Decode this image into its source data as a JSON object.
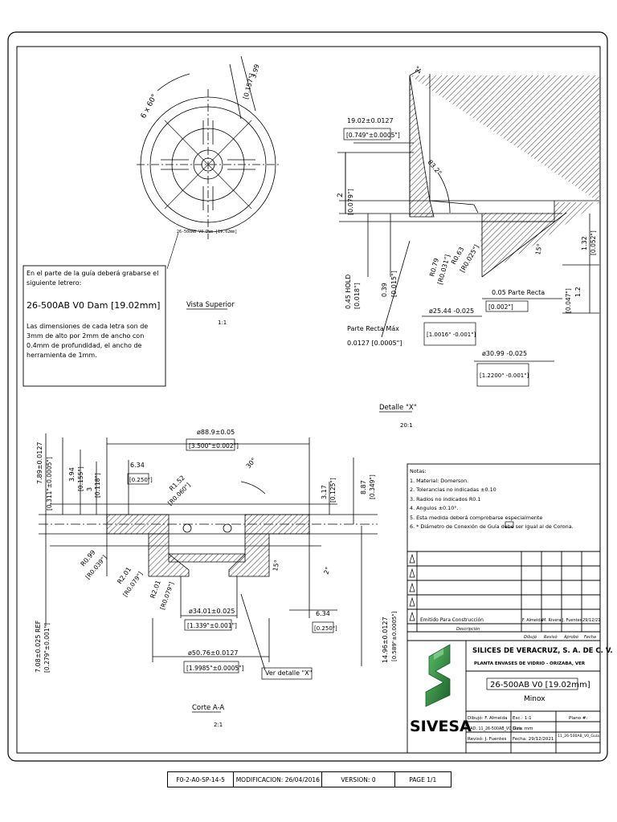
{
  "top_view": {
    "holes_label": "6 x 60°",
    "dim_399": "3.99",
    "dim_399_in": "[0.157\"]",
    "engrave_label": "26-500AB V0 Dam [19.02mm]",
    "title": "Vista Superior",
    "scale": "1:1"
  },
  "note_box": {
    "intro": "En el parte de la guía deberá grabarse el siguiente letrero:",
    "engraving": "26-500AB V0 Dam [19.02mm]",
    "details": "Las dimensiones de cada letra son de 3mm de alto por 2mm de ancho con 0.4mm de profundidad, el ancho de herramienta de 1mm."
  },
  "detail_x": {
    "dim_1902": "19.02±0.0127",
    "dim_1902_in": "[0.749\"±0.0005\"]",
    "dim_2": "2",
    "dim_2_in": "[0.079\"]",
    "angle_83": "83.2°",
    "dim_045": "0.45 HOLD",
    "dim_045_in": "[0.018\"]",
    "dim_039": "0.39",
    "dim_039_in": "[0.015\"]",
    "r079": "R0.79",
    "r079_in": "[R0.031\"]",
    "r063": "R0.63",
    "r063_in": "[R0.025\"]",
    "dim_132": "1.32",
    "dim_132_in": "[0.052\"]",
    "dim_12": "1.2",
    "dim_12_in": "[0.047\"]",
    "angle_15": "15°",
    "flat_label": "0.05 Parte Recta",
    "flat_in": "[0.002\"]",
    "flat_max_label": "Parte Recta Máx",
    "flat_max_val": "0.0127 [0.0005\"]",
    "dia_2544": "ø25.44 -0.025",
    "dia_2544_in": "[1.0016\" -0.001\"]",
    "dia_3099": "ø30.99 -0.025",
    "dia_3099_in": "[1.2200\" -0.001\"]",
    "angle_2": "2°",
    "title": "Detalle \"X\"",
    "scale": "20:1"
  },
  "section": {
    "dia_889": "ø88.9±0.05",
    "dia_889_in": "[3.500\"±0.002\"]",
    "dim_789": "7.89±0.0127",
    "dim_789_in": "[0.311\"±0.0005\"]",
    "dim_394": "3.94",
    "dim_394_in": "[0.155\"]",
    "dim_3": "3",
    "dim_3_in": "[0.118\"]",
    "dim_634a": "6.34",
    "dim_634a_in": "[0.250\"]",
    "r152": "R1.52",
    "r152_in": "[R0.060\"]",
    "angle_30": "30°",
    "dim_317": "3.17",
    "dim_317_in": "[0.125\"]",
    "dim_887": "8.87",
    "dim_887_in": "[0.349\"]",
    "r099": "R0.99",
    "r099_in": "[R0.039\"]",
    "r201a": "R2.01",
    "r201a_in": "[R0.079\"]",
    "r201b": "R2.01",
    "r201b_in": "[R0.079\"]",
    "angle_15": "15°",
    "angle_2": "2°",
    "dim_708": "7.08±0.025 REF",
    "dim_708_in": "[0.279\"±0.001\"]",
    "dia_3401": "ø34.01±0.025",
    "dia_3401_in": "[1.339\"±0.001\"]",
    "dim_634b": "6.34",
    "dim_634b_in": "[0.250\"]",
    "dim_1496": "14.96±0.0127",
    "dim_1496_in": "[0.589\"±0.0005\"]",
    "dia_5076": "ø50.76±0.0127",
    "dia_5076_in": "[1.9985\"±0.0005\"]",
    "see_detail": "Ver detalle \"X\"",
    "title": "Corte A-A",
    "scale": "2:1"
  },
  "notes": {
    "heading": "Notas:",
    "items": [
      "1.  Material: Domerson.",
      "2.  Tolerancias no indicadas ±0.10",
      "3.  Radios no indicados R0.1",
      "4.  Angulos ±0.10°.",
      "5.  Esta medida deberá comprobarse especialmente",
      "6.  * Diámetro de Conexión de Guía debe ser igual al de Corona."
    ]
  },
  "revisions": {
    "row_text": "Emitido Para Construcción",
    "row_drawn": "F. Almeida",
    "row_review": "M. Rivera",
    "row_appr": "J. Fuentes",
    "row_date": "29/12/21",
    "headers": [
      "Descripción",
      "Dibujó",
      "Revisó",
      "Aprobó",
      "Fecha"
    ]
  },
  "title_block": {
    "company": "SILICES DE VERACRUZ, S. A. DE C. V.",
    "plant": "PLANTA ENVASES DE VIDRIO - ORIZABA, VER",
    "part": "26-500AB V0 [19.02mm]",
    "material": "Minox",
    "brand": "SIVESA",
    "drew": "Dibujó: F. Almeida",
    "scale": "Esc.: 1:1",
    "plan_label": "Plano #:",
    "cad": "CAD: 11_26-500AB_V0_Guía",
    "units": "Dim: mm",
    "plan_no": "11_26-500AB_V0_Guía",
    "reviewed": "Revisó: J. Fuentes",
    "date": "Fecha: 29/12/2021"
  },
  "footer": {
    "code": "F0-2-A0-SP-14-5",
    "modified": "MODIFICACION: 26/04/2016",
    "version": "VERSION: 0",
    "page": "PAGE 1/1"
  },
  "colors": {
    "line": "#000000",
    "logo_green": "#3a9a45",
    "logo_dark": "#1d5e2a"
  }
}
